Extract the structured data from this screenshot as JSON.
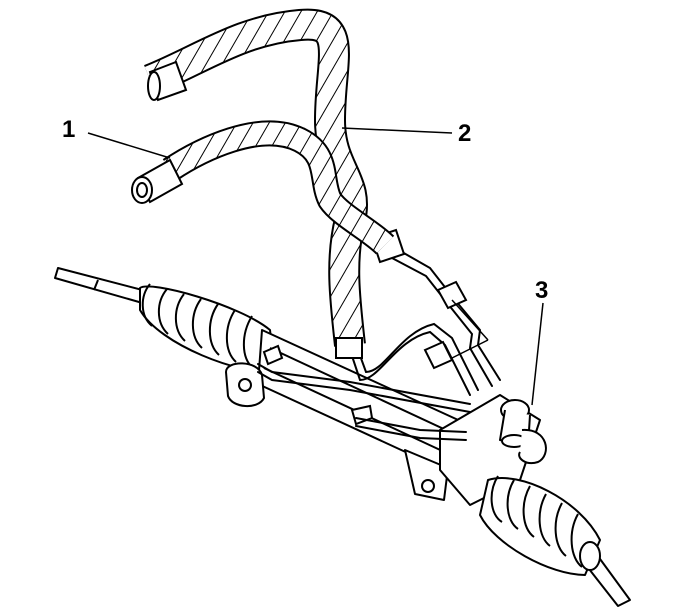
{
  "callouts": {
    "c1": "1",
    "c2": "2",
    "c3": "3"
  },
  "colors": {
    "line": "#000000",
    "fill": "#ffffff",
    "shade": "#9a9a9a"
  }
}
